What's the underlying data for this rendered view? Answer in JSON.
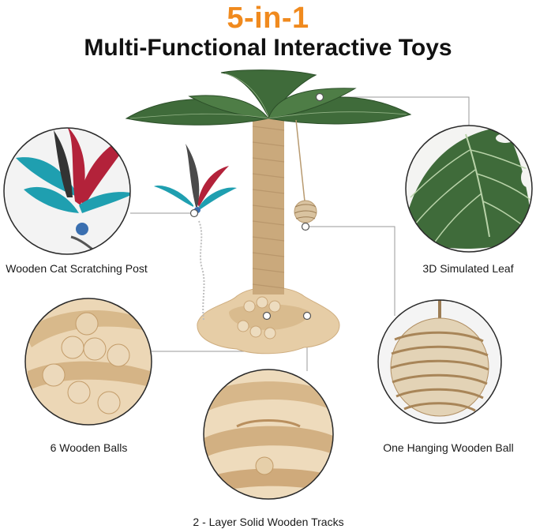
{
  "headline": {
    "accent": "5-in-1",
    "title": "Multi-Functional Interactive Toys"
  },
  "features": [
    {
      "label": "Wooden Cat Scratching Post",
      "icon": "feather-teaser-icon"
    },
    {
      "label": "3D  Simulated Leaf",
      "icon": "leaf-icon"
    },
    {
      "label": "6 Wooden Balls",
      "icon": "wooden-balls-icon"
    },
    {
      "label": "One Hanging Wooden Ball",
      "icon": "sisal-ball-icon"
    },
    {
      "label": "2 - Layer Solid Wooden Tracks",
      "icon": "wooden-tracks-icon"
    }
  ],
  "colors": {
    "accent": "#f08a1e",
    "leaf": "#3f6b3a",
    "sisal": "#c9ad82",
    "wood": "#e3c9a3",
    "feather_red": "#b3223a",
    "feather_teal": "#1f9fb0"
  }
}
